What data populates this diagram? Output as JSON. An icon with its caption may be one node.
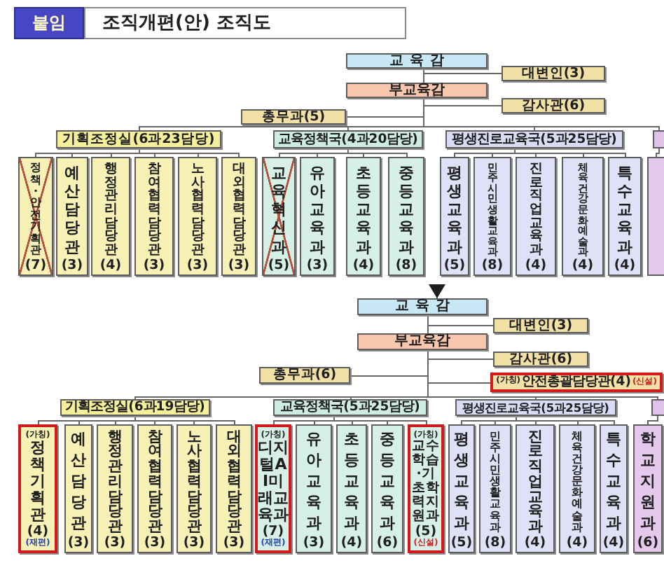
{
  "diagram": {
    "title": "조직개편(안) 조직도",
    "nodes": [
      {
        "text": [
          "교육감"
        ]
      },
      {
        "text": [
          "대변인(3)"
        ]
      },
      {
        "text": [
          "부교육감"
        ]
      },
      {
        "text": [
          "감사관(6)"
        ]
      },
      {
        "text": [
          "총무과(5)"
        ]
      },
      {
        "text": [
          "기획조정실(6과23담당)"
        ]
      },
      {
        "text": [
          "교육정책국(4과20담당)"
        ]
      },
      {
        "text": [
          "평생진로교육국(5과25담당)"
        ]
      },
      {
        "text": [],
        "shape": "box"
      },
      {
        "text": [
          "정책·안전기획관",
          "(7)"
        ]
      },
      {
        "text": [
          "예산담당관",
          "(3)"
        ]
      },
      {
        "text": [
          "행정관리담당관",
          "(4)"
        ]
      },
      {
        "text": [
          "참여협력담당관",
          "(3)"
        ]
      },
      {
        "text": [
          "노사협력담당관",
          "(3)"
        ]
      },
      {
        "text": [
          "대외협력담당관",
          "(3)"
        ]
      },
      {
        "text": [
          "교육혁신과",
          "(5)"
        ]
      },
      {
        "text": [
          "유아교육과",
          "(3)"
        ]
      },
      {
        "text": [
          "초등교육과",
          "(4)"
        ]
      },
      {
        "text": [
          "중등교육과",
          "(8)"
        ]
      },
      {
        "text": [
          "평생교육과",
          "(5)"
        ]
      },
      {
        "text": [
          "민주시민생활교육과",
          "(8)"
        ]
      },
      {
        "text": [
          "진로직업교육과",
          "(4)"
        ]
      },
      {
        "text": [
          "체육건강문화예술과",
          "(4)"
        ]
      },
      {
        "text": [
          "특수교육과",
          "(4)"
        ]
      },
      {
        "text": [],
        "shape": "box"
      },
      {
        "text": [
          "교육감"
        ]
      },
      {
        "text": [
          "대변인(3)"
        ]
      },
      {
        "text": [
          "부교육감"
        ]
      },
      {
        "text": [
          "감사관(6)"
        ]
      },
      {
        "text": [
          "총무과(6)"
        ]
      },
      {
        "text": [
          "(가칭)",
          "안전총괄담당관(4)",
          "(신설)"
        ]
      },
      {
        "text": [
          "기획조정실(6과19담당)"
        ]
      },
      {
        "text": [
          "교육정책국(5과25담당)"
        ]
      },
      {
        "text": [
          "평생진로교육국(5과25담당)"
        ]
      },
      {
        "text": [],
        "shape": "box"
      },
      {
        "text": [
          "(가칭)",
          "정책기획관",
          "(4)",
          "(재편)"
        ]
      },
      {
        "text": [
          "예산담당관",
          "(3)"
        ]
      },
      {
        "text": [
          "행정관리담당관",
          "(3)"
        ]
      },
      {
        "text": [
          "참여협력담당관",
          "(3)"
        ]
      },
      {
        "text": [
          "노사협력담당관",
          "(3)"
        ]
      },
      {
        "text": [
          "대외협력담당관",
          "(3)"
        ]
      },
      {
        "text": [
          "(가칭)",
          "디지털AI미래교육과",
          "(7)",
          "(재편)"
        ]
      },
      {
        "text": [
          "유아교육과",
          "(3)"
        ]
      },
      {
        "text": [
          "초등교육과",
          "(4)"
        ]
      },
      {
        "text": [
          "중등교육과",
          "(6)"
        ]
      },
      {
        "text": [
          "(가칭)",
          "교수학습·기초학력지원과",
          "(5)",
          "(신설)"
        ]
      },
      {
        "text": [
          "평생교육과",
          "(5)"
        ]
      },
      {
        "text": [
          "민주시민생활교육과",
          "(8)"
        ]
      },
      {
        "text": [
          "진로직업교육과",
          "(4)"
        ]
      },
      {
        "text": [
          "체육건강문화예술과",
          "(4)"
        ]
      },
      {
        "text": [
          "특수교육과",
          "(4)"
        ]
      },
      {
        "text": [
          "학교지원과",
          "(6)"
        ]
      }
    ],
    "edges": [
      {
        "from": 0,
        "to": 1,
        "arrow": "none"
      },
      {
        "from": 0,
        "to": 2,
        "arrow": "none"
      },
      {
        "from": 2,
        "to": 3,
        "arrow": "none"
      },
      {
        "from": 2,
        "to": 4,
        "arrow": "none"
      },
      {
        "from": 2,
        "to": 5,
        "arrow": "none"
      },
      {
        "from": 2,
        "to": 6,
        "arrow": "none"
      },
      {
        "from": 2,
        "to": 7,
        "arrow": "none"
      },
      {
        "from": 2,
        "to": 8,
        "arrow": "none"
      },
      {
        "from": 5,
        "to": 9,
        "arrow": "none"
      },
      {
        "from": 5,
        "to": 10,
        "arrow": "none"
      },
      {
        "from": 5,
        "to": 11,
        "arrow": "none"
      },
      {
        "from": 5,
        "to": 12,
        "arrow": "none"
      },
      {
        "from": 5,
        "to": 13,
        "arrow": "none"
      },
      {
        "from": 5,
        "to": 14,
        "arrow": "none"
      },
      {
        "from": 6,
        "to": 15,
        "arrow": "none"
      },
      {
        "from": 6,
        "to": 16,
        "arrow": "none"
      },
      {
        "from": 6,
        "to": 17,
        "arrow": "none"
      },
      {
        "from": 6,
        "to": 18,
        "arrow": "none"
      },
      {
        "from": 7,
        "to": 19,
        "arrow": "none"
      },
      {
        "from": 7,
        "to": 20,
        "arrow": "none"
      },
      {
        "from": 7,
        "to": 21,
        "arrow": "none"
      },
      {
        "from": 7,
        "to": 22,
        "arrow": "none"
      },
      {
        "from": 7,
        "to": 23,
        "arrow": "none"
      },
      {
        "from": 8,
        "to": 24,
        "arrow": "none"
      },
      {
        "from": null,
        "to": 25,
        "arrow": "to"
      },
      {
        "from": 25,
        "to": 26,
        "arrow": "none"
      },
      {
        "from": 25,
        "to": 27,
        "arrow": "none"
      },
      {
        "from": 27,
        "to": 28,
        "arrow": "none"
      },
      {
        "from": 27,
        "to": 29,
        "arrow": "none"
      },
      {
        "from": 27,
        "to": 30,
        "arrow": "none"
      },
      {
        "from": 27,
        "to": 31,
        "arrow": "none"
      },
      {
        "from": 27,
        "to": 32,
        "arrow": "none"
      },
      {
        "from": 27,
        "to": 33,
        "arrow": "none"
      },
      {
        "from": 27,
        "to": 34,
        "arrow": "none"
      },
      {
        "from": 31,
        "to": 35,
        "arrow": "none"
      },
      {
        "from": 31,
        "to": 36,
        "arrow": "none"
      },
      {
        "from": 31,
        "to": 37,
        "arrow": "none"
      },
      {
        "from": 31,
        "to": 38,
        "arrow": "none"
      },
      {
        "from": 31,
        "to": 39,
        "arrow": "none"
      },
      {
        "from": 31,
        "to": 40,
        "arrow": "none"
      },
      {
        "from": 32,
        "to": 41,
        "arrow": "none"
      },
      {
        "from": 32,
        "to": 42,
        "arrow": "none"
      },
      {
        "from": 32,
        "to": 43,
        "arrow": "none"
      },
      {
        "from": 32,
        "to": 44,
        "arrow": "none"
      },
      {
        "from": 32,
        "to": 45,
        "arrow": "none"
      },
      {
        "from": 33,
        "to": 46,
        "arrow": "none"
      },
      {
        "from": 33,
        "to": 47,
        "arrow": "none"
      },
      {
        "from": 33,
        "to": 48,
        "arrow": "none"
      },
      {
        "from": 33,
        "to": 49,
        "arrow": "none"
      },
      {
        "from": 33,
        "to": 50,
        "arrow": "none"
      },
      {
        "from": 34,
        "to": 51,
        "arrow": "none"
      }
    ],
    "labels": [
      "붙임"
    ]
  }
}
